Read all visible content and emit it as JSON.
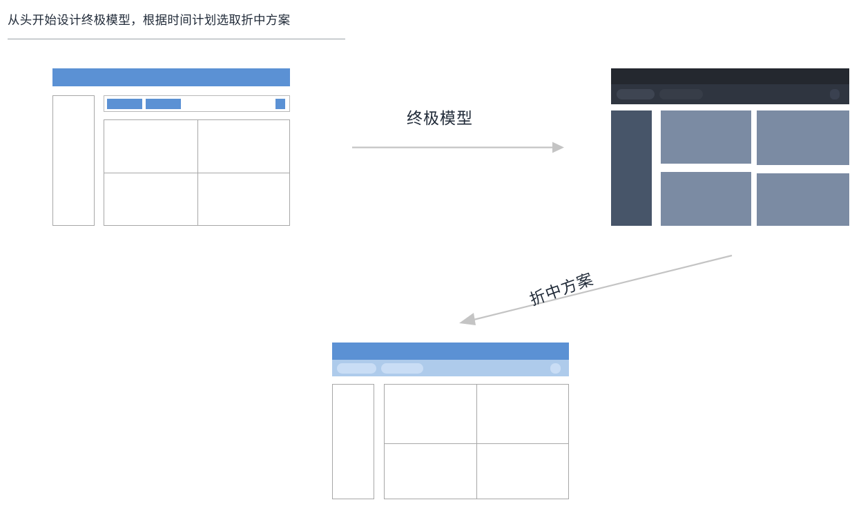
{
  "page": {
    "title": "从头开始设计终极模型，根据时间计划选取折中方案"
  },
  "flow": {
    "arrow_to_final_label": "终极模型",
    "arrow_to_compromise_label": "折中方案"
  },
  "mockups": {
    "baseline": {
      "name": "baseline-wireframe",
      "header_bar": "",
      "toolbar": {
        "buttons": [
          "",
          ""
        ],
        "right_control": ""
      },
      "sidebar": "",
      "content_cells": [
        "",
        "",
        "",
        ""
      ]
    },
    "final": {
      "name": "final-model-wireframe",
      "header_bar": "",
      "toolbar": {
        "buttons": [
          "",
          ""
        ],
        "right_control": ""
      },
      "sidebar": "",
      "content_cells": [
        "",
        "",
        "",
        ""
      ]
    },
    "compromise": {
      "name": "compromise-wireframe",
      "header_bar": "",
      "toolbar": {
        "buttons": [
          "",
          ""
        ],
        "right_control": ""
      },
      "sidebar": "",
      "content_cells": [
        "",
        "",
        "",
        ""
      ]
    }
  },
  "colors": {
    "accent_blue": "#5b91d4",
    "toolbar_light_blue": "#aecbeb",
    "pill_light_blue": "#c9ddf5",
    "dark_header": "#24282f",
    "dark_toolbar": "#2f3540",
    "dark_sidebar": "#475569",
    "gray_card": "#7b8ba3",
    "outline_gray": "#a6a6a6",
    "arrow_gray": "#c4c4c4",
    "text_dark": "#1f2937"
  }
}
